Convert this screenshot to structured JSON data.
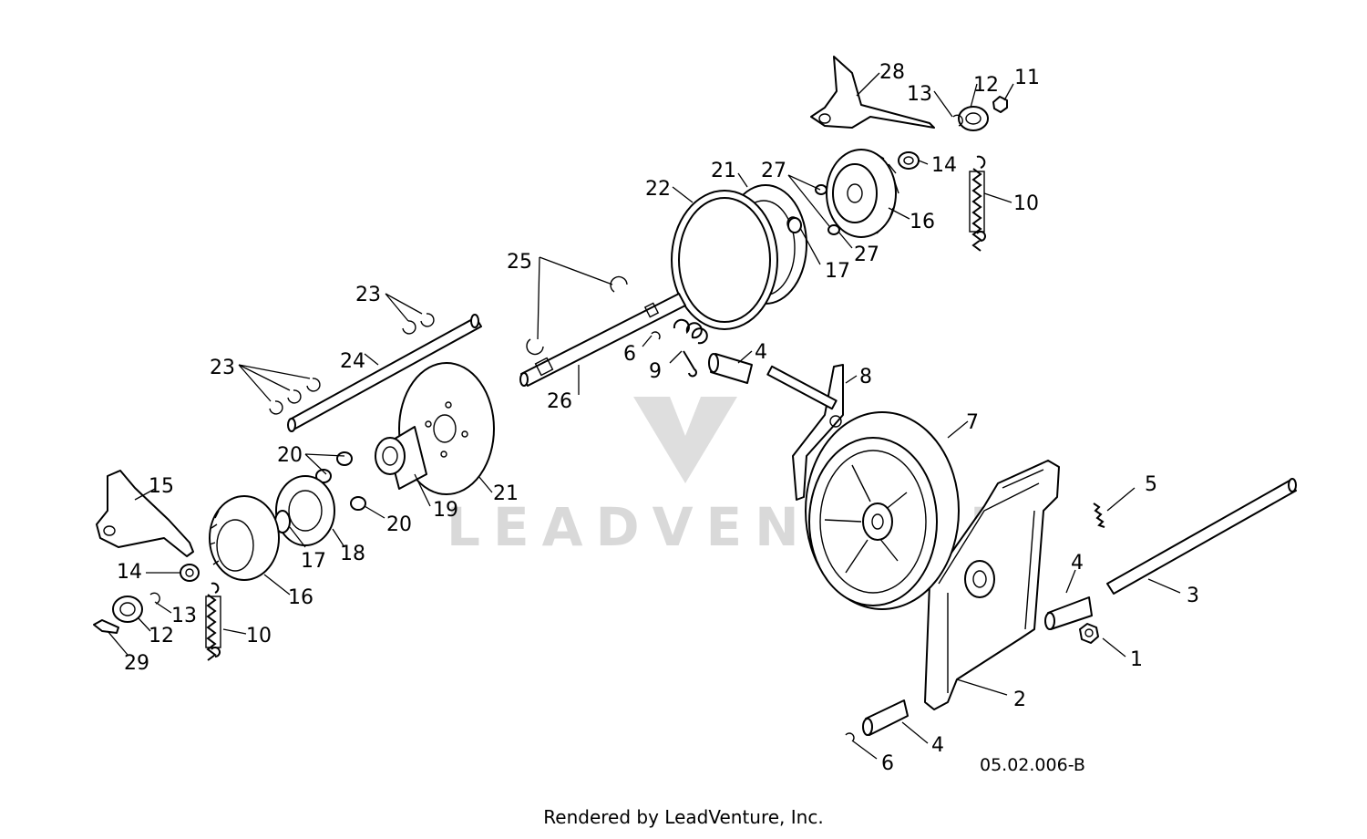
{
  "diagram": {
    "drawing_code": "05.02.006-B",
    "watermark": "LEADVENTURE",
    "credit": "Rendered by LeadVenture, Inc.",
    "callouts": [
      {
        "label": "28"
      },
      {
        "label": "13"
      },
      {
        "label": "12"
      },
      {
        "label": "11"
      },
      {
        "label": "14"
      },
      {
        "label": "10"
      },
      {
        "label": "16"
      },
      {
        "label": "27"
      },
      {
        "label": "27"
      },
      {
        "label": "21"
      },
      {
        "label": "22"
      },
      {
        "label": "17"
      },
      {
        "label": "25"
      },
      {
        "label": "23"
      },
      {
        "label": "23"
      },
      {
        "label": "24"
      },
      {
        "label": "6"
      },
      {
        "label": "9"
      },
      {
        "label": "4"
      },
      {
        "label": "26"
      },
      {
        "label": "8"
      },
      {
        "label": "7"
      },
      {
        "label": "20"
      },
      {
        "label": "20"
      },
      {
        "label": "21"
      },
      {
        "label": "19"
      },
      {
        "label": "15"
      },
      {
        "label": "17"
      },
      {
        "label": "18"
      },
      {
        "label": "16"
      },
      {
        "label": "14"
      },
      {
        "label": "13"
      },
      {
        "label": "12"
      },
      {
        "label": "10"
      },
      {
        "label": "29"
      },
      {
        "label": "5"
      },
      {
        "label": "4"
      },
      {
        "label": "3"
      },
      {
        "label": "1"
      },
      {
        "label": "2"
      },
      {
        "label": "4"
      },
      {
        "label": "6"
      }
    ]
  }
}
